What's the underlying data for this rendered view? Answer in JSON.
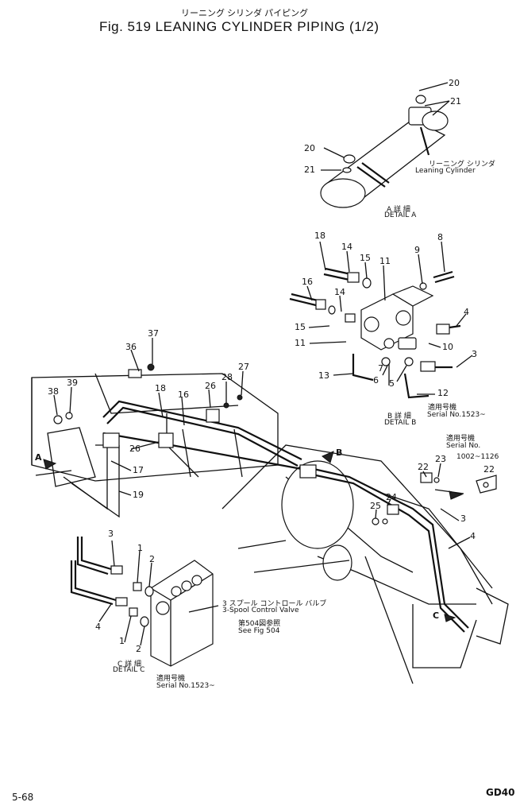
{
  "header": {
    "subtitle_jp": "リーニング シリンダ パイピング",
    "title": "Fig. 519   LEANING CYLINDER PIPING (1/2)"
  },
  "detail_a": {
    "callouts": [
      "20",
      "21",
      "20",
      "21"
    ],
    "part_jp": "リーニング シリンダ",
    "part_en": "Leaning Cylinder",
    "label_jp": "A 詳 細",
    "label_en": "DETAIL A"
  },
  "detail_b": {
    "callouts": [
      "18",
      "14",
      "15",
      "11",
      "9",
      "8",
      "16",
      "14",
      "15",
      "11",
      "4",
      "13",
      "7",
      "6",
      "5",
      "10",
      "3",
      "12"
    ],
    "serial_jp": "適用号機",
    "serial": "Serial No.1523~",
    "label_jp": "B 詳 細",
    "label_en": "DETAIL B"
  },
  "main": {
    "callouts": [
      "37",
      "36",
      "28",
      "27",
      "39",
      "38",
      "18",
      "16",
      "26",
      "26",
      "17",
      "19",
      "22",
      "23",
      "24",
      "25",
      "3",
      "4"
    ],
    "markers": [
      "A",
      "B",
      "C"
    ],
    "serial_box_jp": "適用号機",
    "serial_box_title": "Serial No.",
    "serial_box_range": "1002~1126",
    "serial_box_callout": "22"
  },
  "detail_c": {
    "callouts": [
      "3",
      "1",
      "2",
      "4",
      "1",
      "2"
    ],
    "valve_jp": "3 スプール コントロール バルブ",
    "valve_en": "3-Spool Control Valve",
    "ref_jp": "第504図参照",
    "ref_en": "See Fig 504",
    "label_jp": "C 詳 細",
    "label_en": "DETAIL C",
    "serial_jp": "適用号機",
    "serial": "Serial No.1523~"
  },
  "footer": {
    "page": "5-68",
    "model": "GD40"
  }
}
